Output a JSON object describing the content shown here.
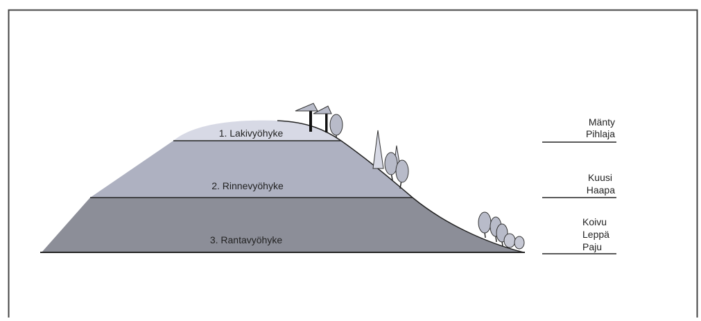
{
  "zones": [
    {
      "label": "1. Lakivyöhyke"
    },
    {
      "label": "2. Rinnevyöhyke"
    },
    {
      "label": "3. Rantavyöhyke"
    }
  ],
  "species_groups": [
    {
      "species": [
        "Mänty",
        "Pihlaja"
      ]
    },
    {
      "species": [
        "Kuusi",
        "Haapa"
      ]
    },
    {
      "species": [
        "Koivu",
        "Leppä",
        "Paju"
      ]
    }
  ],
  "colors": {
    "top_zone": "#d7d9e5",
    "mid_zone": "#aeb1c1",
    "base_zone": "#8c8e98",
    "tree_fill": "#b8bbc9",
    "line": "#222222",
    "frame": "#444444"
  }
}
